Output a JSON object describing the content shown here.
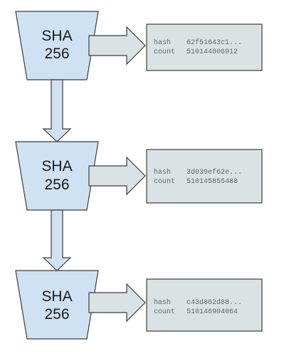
{
  "colors": {
    "funnel_fill": "#cfe2f3",
    "funnel_stroke": "#3d3d3d",
    "arrow_fill": "#d9e3e3",
    "arrow_stroke": "#3d3d3d",
    "box_fill": "#d9e3e3",
    "box_stroke": "#3d3d3d",
    "text": "#1a1a1a",
    "mono_text": "#666666"
  },
  "stages": [
    {
      "hash_label": "SHA",
      "hash_bits": "256",
      "output": {
        "hash_key": "hash",
        "hash_value": "62f51643c1...",
        "count_key": "count",
        "count_value": "510144806912"
      }
    },
    {
      "hash_label": "SHA",
      "hash_bits": "256",
      "output": {
        "hash_key": "hash",
        "hash_value": "3d039ef62e...",
        "count_key": "count",
        "count_value": "510145855488"
      }
    },
    {
      "hash_label": "SHA",
      "hash_bits": "256",
      "output": {
        "hash_key": "hash",
        "hash_value": "c43d862d88...",
        "count_key": "count",
        "count_value": "510146904064"
      }
    }
  ]
}
